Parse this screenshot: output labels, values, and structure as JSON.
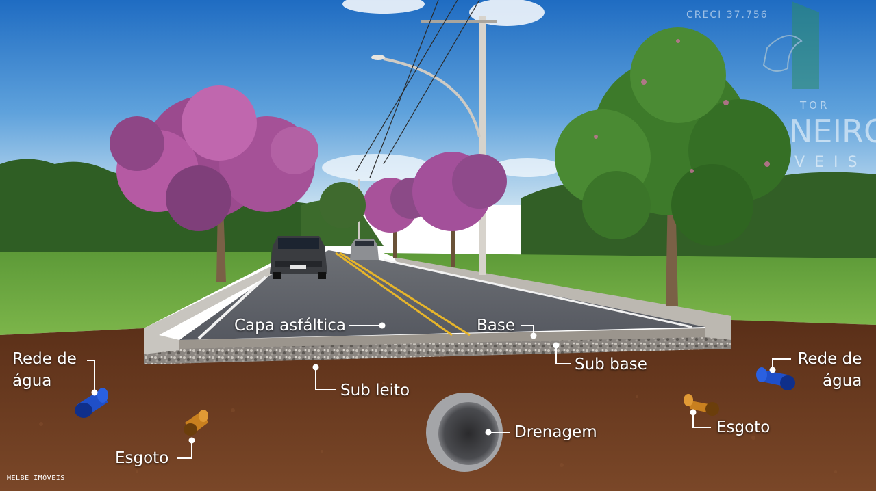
{
  "labels": {
    "capa_asfaltica": "Capa asfáltica",
    "base": "Base",
    "sub_base": "Sub base",
    "sub_leito": "Sub leito",
    "drenagem": "Drenagem",
    "rede_agua_left_line1": "Rede de",
    "rede_agua_left_line2": "água",
    "rede_agua_right_line1": "Rede de",
    "rede_agua_right_line2": "água",
    "esgoto_left": "Esgoto",
    "esgoto_right": "Esgoto"
  },
  "watermark": {
    "creci": "CRECI 37.756",
    "tor": "TOR",
    "neiro": "NEIRO",
    "veis": "VEIS",
    "credit": "MELBE IMÓVEIS"
  },
  "colors": {
    "sky_top": "#2a77c9",
    "sky_bottom": "#b9d8ee",
    "grass": "#6aa33f",
    "soil": "#6b3d22",
    "asphalt": "#5b5e63",
    "lane_yellow": "#e7b52a",
    "pipe_water": "#1f4fc8",
    "pipe_sewer": "#c9801f",
    "blossom": "#b0559e",
    "leaf": "#3f7a2a"
  }
}
